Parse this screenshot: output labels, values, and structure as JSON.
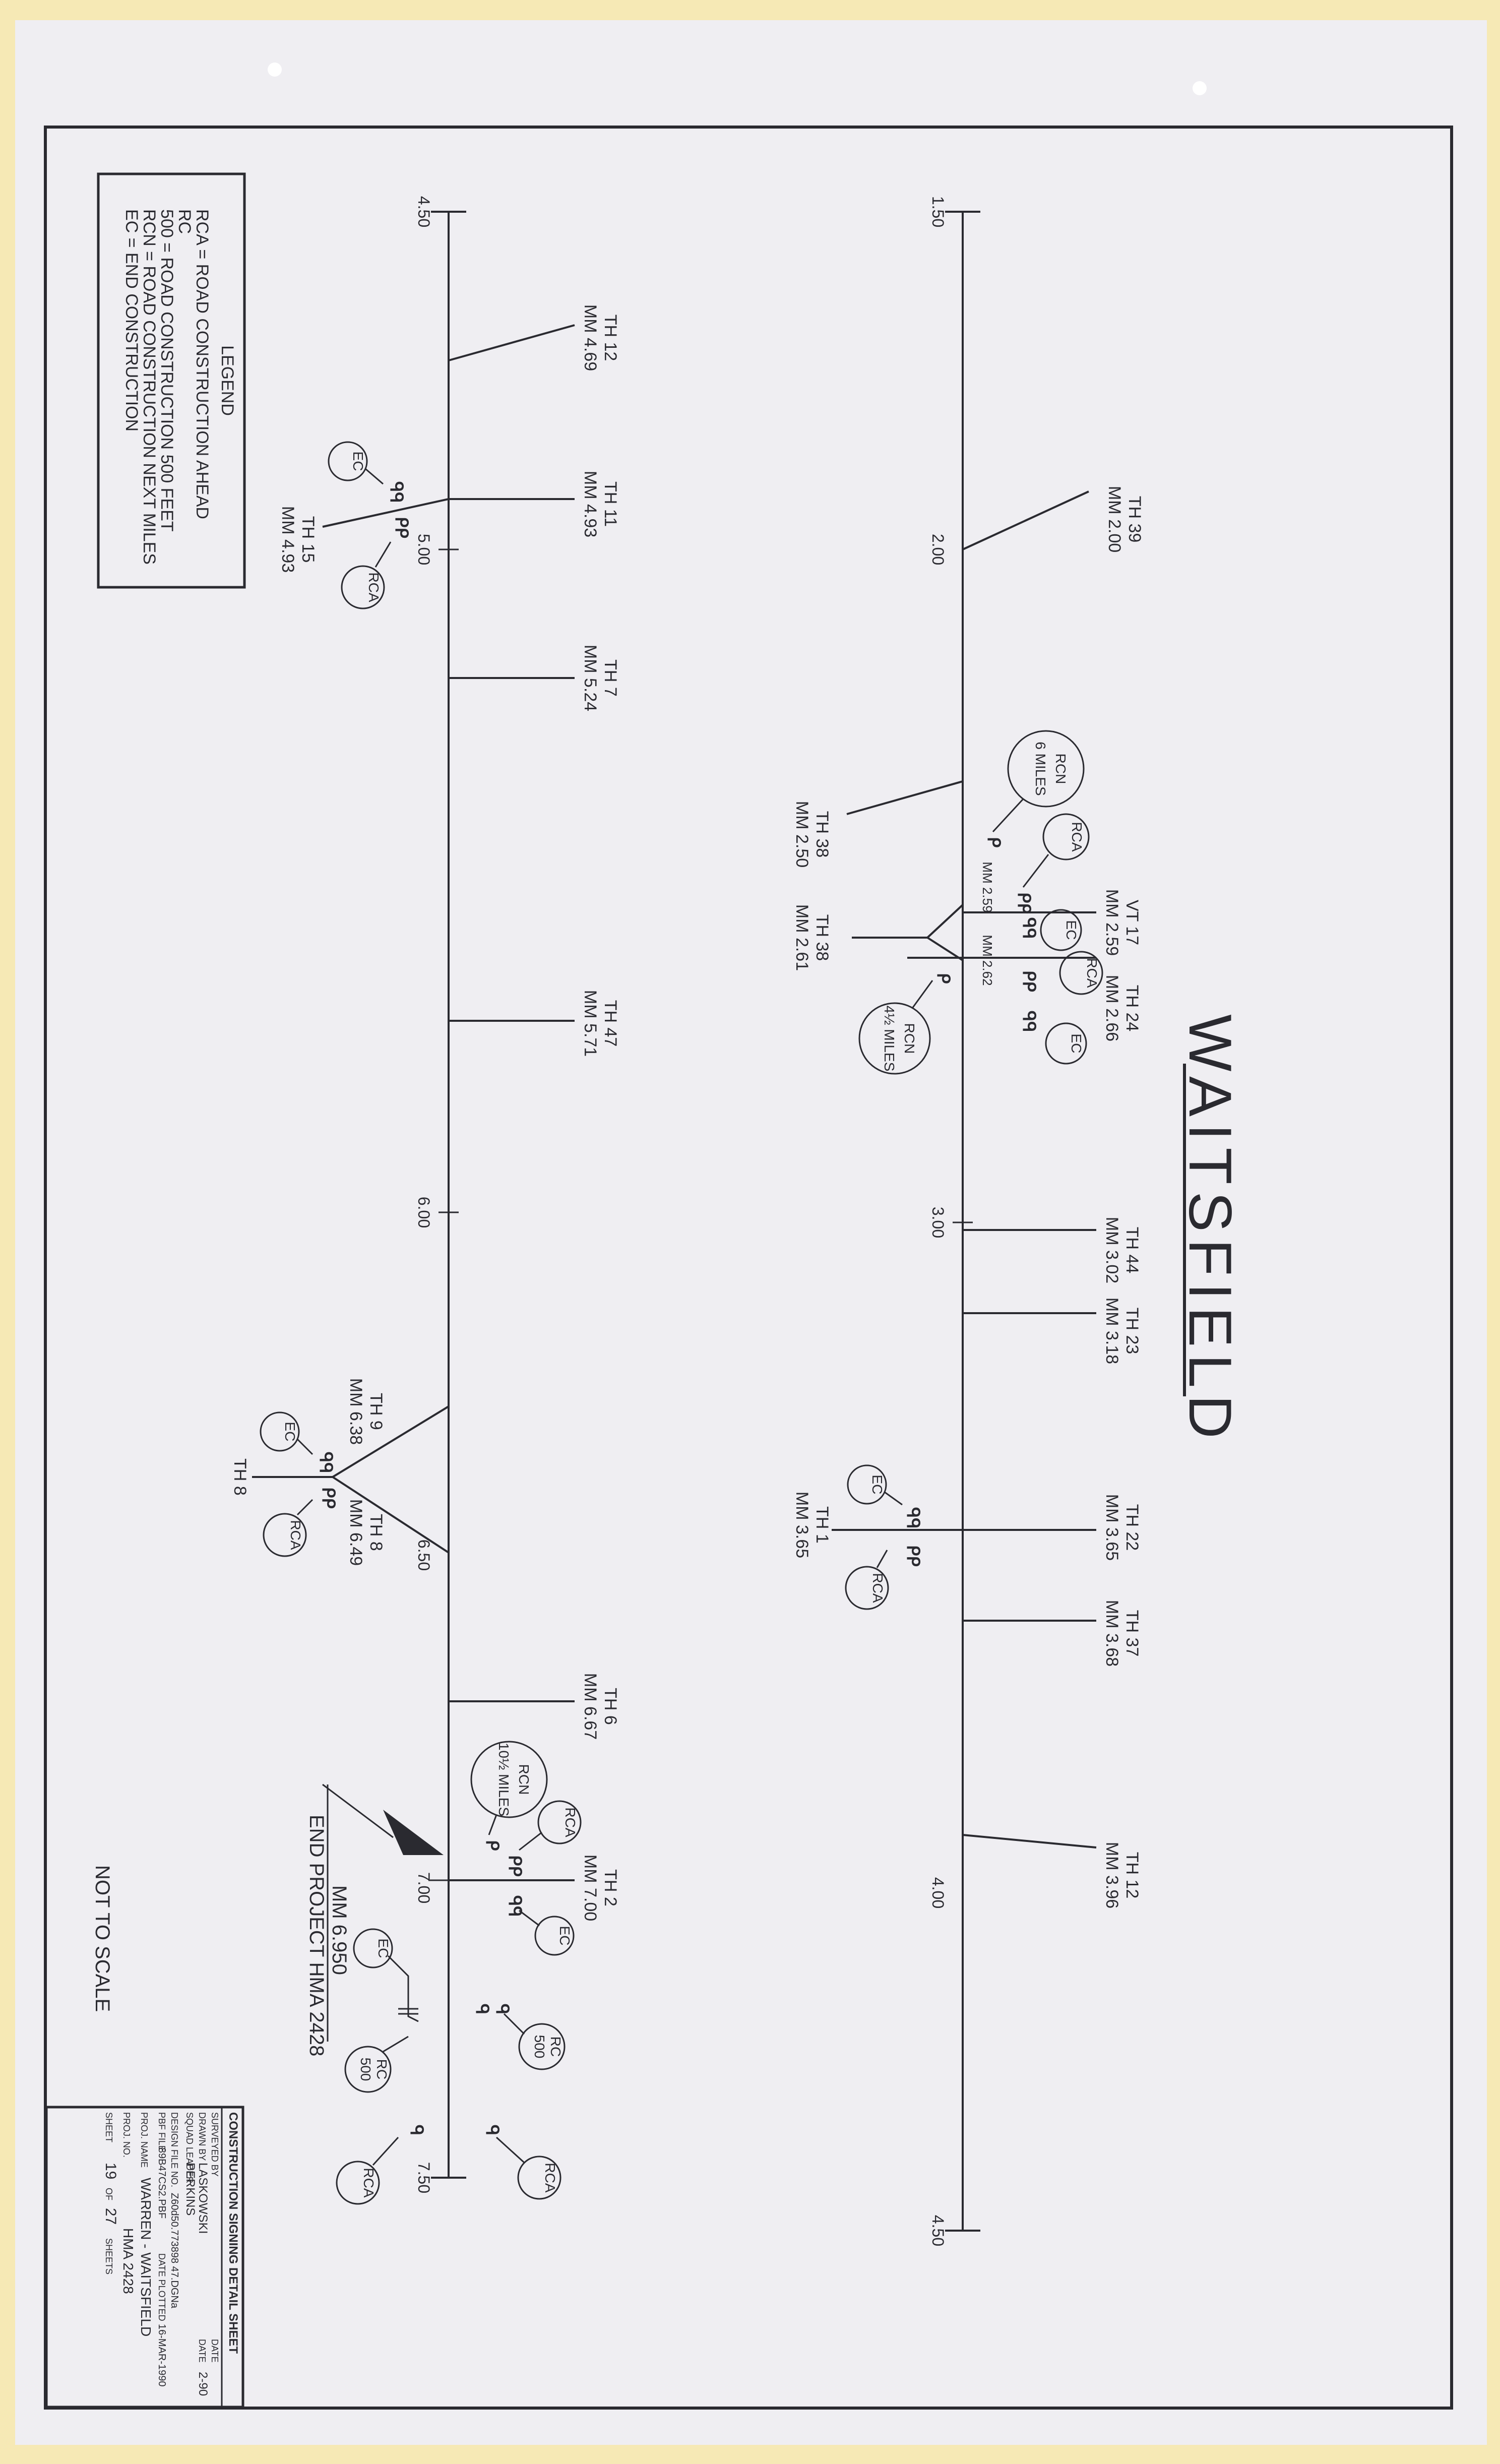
{
  "title": "WAITSFIELD",
  "scale_note": "NOT TO SCALE",
  "legend": {
    "heading": "LEGEND",
    "items": [
      "RCA = ROAD CONSTRUCTION AHEAD",
      "RC",
      "500 = ROAD CONSTRUCTION 500 FEET",
      "RCN = ROAD CONSTRUCTION NEXT   MILES",
      "EC  = END CONSTRUCTION"
    ]
  },
  "upper_route": {
    "ticks": [
      "1.50",
      "2.00",
      "3.00",
      "4.00",
      "4.50"
    ],
    "junctions": {
      "th39": [
        "TH 39",
        "MM 2.00"
      ],
      "th38a": [
        "TH 38",
        "MM 2.50"
      ],
      "vt17": [
        "VT 17",
        "MM 2.59"
      ],
      "th38b": [
        "TH 38",
        "MM 2.61"
      ],
      "th24": [
        "TH 24",
        "MM 2.66"
      ],
      "th44": [
        "TH 44",
        "MM 3.02"
      ],
      "th23": [
        "TH 23",
        "MM 3.18"
      ],
      "th22": [
        "TH 22",
        "MM 3.65"
      ],
      "th1": [
        "TH 1",
        "MM 3.65"
      ],
      "th37": [
        "TH 37",
        "MM 3.68"
      ],
      "th12": [
        "TH 12",
        "MM 3.96"
      ]
    },
    "inline": [
      "MM 2.59",
      "MM 2.62"
    ],
    "signs": {
      "rcn6": [
        "RCN",
        "6 MILES"
      ],
      "rcn4": [
        "RCN",
        "4½ MILES"
      ],
      "rca": "RCA",
      "ec": "EC"
    }
  },
  "lower_route": {
    "ticks": [
      "4.50",
      "5.00",
      "6.00",
      "6.50",
      "7.00",
      "7.50"
    ],
    "junctions": {
      "th12": [
        "TH 12",
        "MM 4.69"
      ],
      "th11": [
        "TH 11",
        "MM 4.93"
      ],
      "th15": [
        "TH 15",
        "MM 4.93"
      ],
      "th7": [
        "TH 7",
        "MM 5.24"
      ],
      "th47": [
        "TH 47",
        "MM 5.71"
      ],
      "th9": [
        "TH 9",
        "MM 6.38"
      ],
      "th8a": [
        "TH 8",
        "MM 6.49"
      ],
      "th8b": "TH 8",
      "th6": [
        "TH 6",
        "MM 6.67"
      ],
      "th2": [
        "TH 2",
        "MM 7.00"
      ]
    },
    "signs": {
      "rcn10": [
        "RCN",
        "10½ MILES"
      ],
      "rc500": [
        "RC",
        "500"
      ],
      "rca": "RCA",
      "ec": "EC"
    },
    "end_project": [
      "MM 6.950",
      "END PROJECT  HMA 2428"
    ]
  },
  "title_block": {
    "heading": "CONSTRUCTION SIGNING DETAIL SHEET",
    "surveyed_by": "SURVEYED BY",
    "date_label": "DATE",
    "drawn_by": "DRAWN BY",
    "drawn_by_value": "LASKOWSKI",
    "drawn_date": "2-90",
    "squad_leader": "SQUAD LEADER",
    "squad_leader_value": "PERKINS",
    "design_file": "DESIGN FILE NO.",
    "design_file_value": "Z60d50.773898 47.DGNa",
    "pbf_file": "PBF FILE",
    "pbf_file_value": "89B47CS2.PBF",
    "plotted_label": "DATE PLOTTED",
    "plotted_value": "16-MAR-1990",
    "proj_name_label": "PROJ. NAME",
    "proj_name_value": "WARREN - WAITSFIELD",
    "proj_no_label": "PROJ. NO.",
    "proj_no_value": "HMA 2428",
    "sheet_label": "SHEET",
    "sheet_no": "19",
    "of_label": "OF",
    "sheet_total": "27",
    "sheets_label": "SHEETS"
  }
}
